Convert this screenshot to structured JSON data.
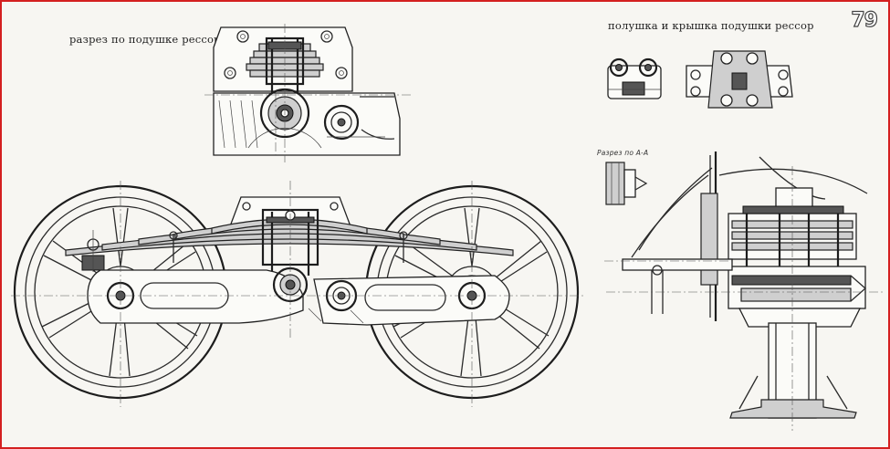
{
  "captions": {
    "spring_seat_section": "разрез по подушке рессор",
    "spring_seat_and_cover": "полушка и крышка подушки рессор",
    "section_aa": "Разрез по А-А"
  },
  "page_number": "79",
  "colors": {
    "frame_border": "#d42020",
    "line": "#2a2a2a",
    "paper": "#f7f6f2"
  }
}
